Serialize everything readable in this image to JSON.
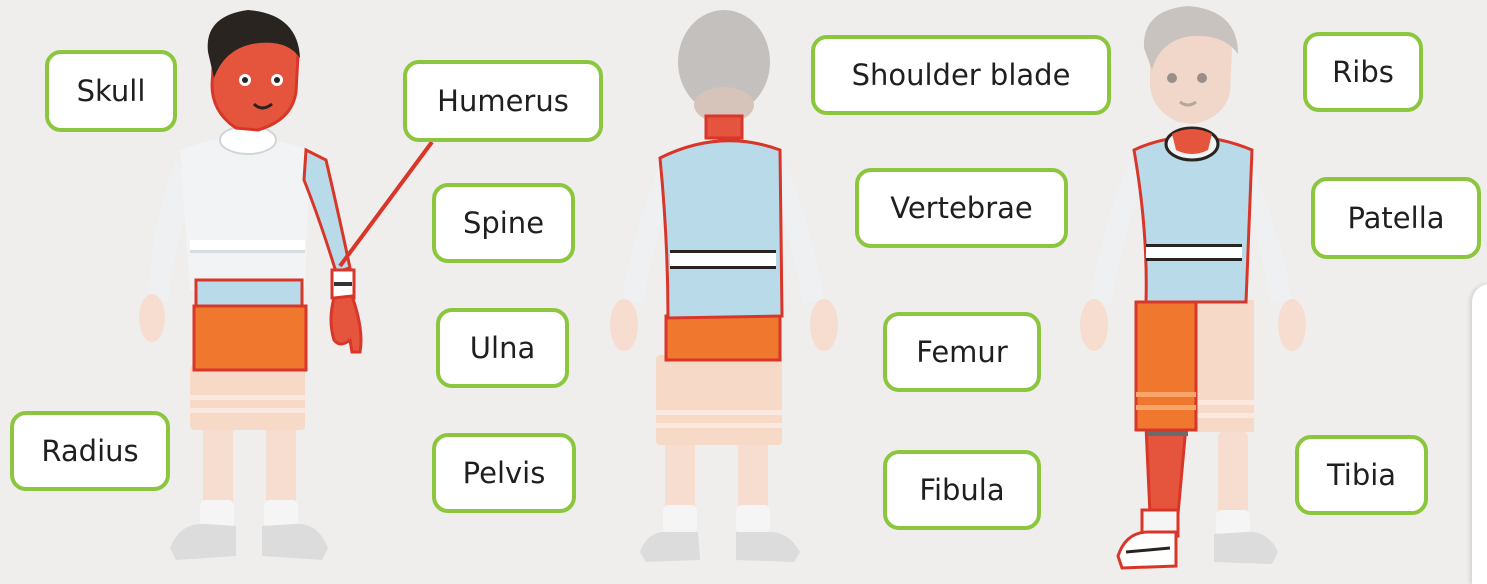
{
  "labels": {
    "skull": "Skull",
    "humerus": "Humerus",
    "spine": "Spine",
    "ulna": "Ulna",
    "radius": "Radius",
    "pelvis": "Pelvis",
    "shoulder_blade": "Shoulder blade",
    "vertebrae": "Vertebrae",
    "femur": "Femur",
    "fibula": "Fibula",
    "ribs": "Ribs",
    "patella": "Patella",
    "tibia": "Tibia"
  },
  "colors": {
    "label_border": "#8cc63f",
    "highlight_outline": "#d9362a",
    "shorts": "#f0782e",
    "shirt": "#f1f3f4",
    "vest": "#b9dbe9",
    "skin": "#f3c6ad",
    "hair": "#2a2420",
    "background": "#efeeec"
  },
  "icons": [
    "front-figure-icon",
    "back-figure-icon",
    "front-figure-faded-icon"
  ]
}
